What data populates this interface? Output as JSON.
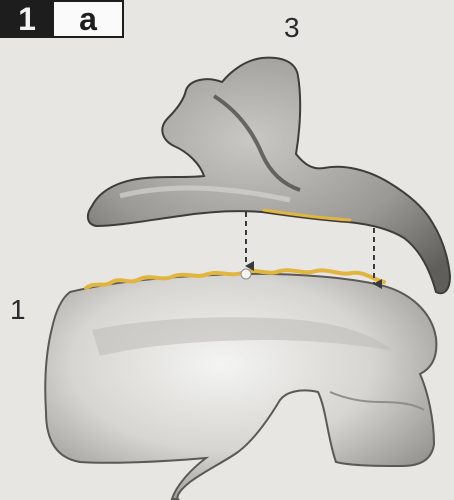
{
  "panel": {
    "number": "1",
    "letter": "a"
  },
  "labels": {
    "lower_bone": "1",
    "upper_bone": "3"
  },
  "colors": {
    "background": "#e7e6e2",
    "bone_fill": "#d9d8d5",
    "bone_shadow": "#8f8e8a",
    "bone_outline": "#5a5955",
    "articular_surface": "#e0b640",
    "arrow": "#3a3a3a"
  },
  "icons": {
    "arrows": "down-arrow-icon"
  }
}
